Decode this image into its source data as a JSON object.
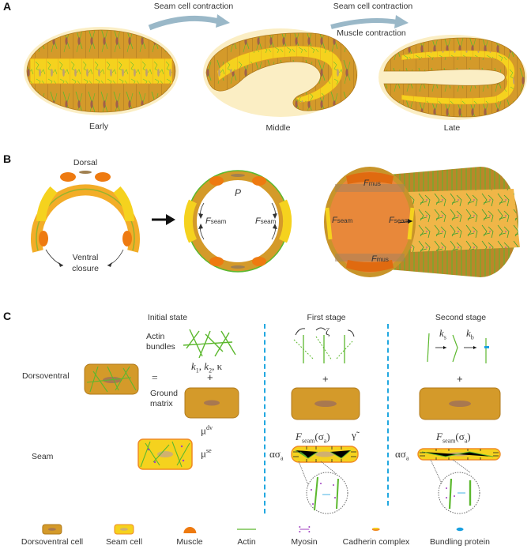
{
  "panels": {
    "A": {
      "letter": "A",
      "arrow1_label": "Seam cell contraction",
      "arrow2_label_top": "Seam cell contraction",
      "arrow2_label_bottom": "Muscle contraction",
      "stages": [
        "Early",
        "Middle",
        "Late"
      ]
    },
    "B": {
      "letter": "B",
      "dorsal_label": "Dorsal",
      "ventral_label_line1": "Ventral",
      "ventral_label_line2": "closure",
      "pressure_label": "P",
      "f_seam": "F",
      "f_seam_sub": "seam",
      "f_mus_sub": "mus"
    },
    "C": {
      "letter": "C",
      "columns": [
        "Initial state",
        "First stage",
        "Second stage"
      ],
      "rows": [
        "Dorsoventral",
        "Seam"
      ],
      "actin_label_line1": "Actin",
      "actin_label_line2": "bundles",
      "ground_label_line1": "Ground",
      "ground_label_line2": "matrix",
      "equals": "=",
      "plus": "+",
      "params_k": "k",
      "params_k1_sub": "1",
      "params_k2_sub": "2",
      "params_kappa": "κ",
      "mu": "μ",
      "mu_dv_sup": "dv",
      "mu_se_sup": "se",
      "zeta": "ζ",
      "ks_sub": "s",
      "kb_sub": "b",
      "gamma_tilde": "γ̃",
      "alpha_sigma": "ασ",
      "sigma_sub": "a",
      "f_seam_sigma_open": "(σ",
      "f_seam_sigma_close": ")"
    }
  },
  "legend": {
    "items": [
      {
        "label": "Dorsoventral cell",
        "icon": "dorsoventral-cell-icon"
      },
      {
        "label": "Seam cell",
        "icon": "seam-cell-icon"
      },
      {
        "label": "Muscle",
        "icon": "muscle-icon"
      },
      {
        "label": "Actin",
        "icon": "actin-icon"
      },
      {
        "label": "Myosin",
        "icon": "myosin-icon"
      },
      {
        "label": "Cadherin complex",
        "icon": "cadherin-icon"
      },
      {
        "label": "Bundling protein",
        "icon": "bundling-protein-icon"
      }
    ]
  },
  "colors": {
    "dorsoventral": "#d49a2a",
    "dorsoventral_border": "#b07a1c",
    "seam": "#f5d21e",
    "seam_border": "#f08a24",
    "muscle": "#ee7a10",
    "actin": "#5cb82e",
    "myosin": "#a040c0",
    "bundling": "#1aa0e0",
    "nucleus": "#a87850",
    "eggshell": "#fbeec4",
    "arrow_gray": "#9ab8c8",
    "divider": "#22a8e0"
  }
}
